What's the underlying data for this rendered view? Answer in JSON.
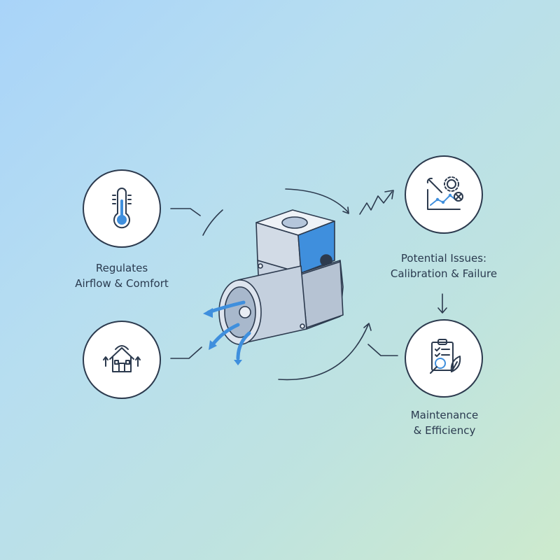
{
  "nodes": {
    "regulates": {
      "line1": "Regulates",
      "line2": "Airflow & Comfort",
      "icon": "thermometer-icon"
    },
    "home": {
      "icon": "house-airflow-icon"
    },
    "issues": {
      "line1": "Potential Issues:",
      "line2": "Calibration & Failure",
      "icon": "wrench-gear-chart-icon"
    },
    "maintenance": {
      "line1": "Maintenance",
      "line2": "& Efficiency",
      "icon": "clipboard-magnifier-leaf-icon"
    }
  },
  "center": {
    "icon": "damper-actuator-icon"
  },
  "colors": {
    "accent": "#3f8fdd",
    "stroke": "#2c3a4e",
    "metal": "#c9d4e2"
  }
}
